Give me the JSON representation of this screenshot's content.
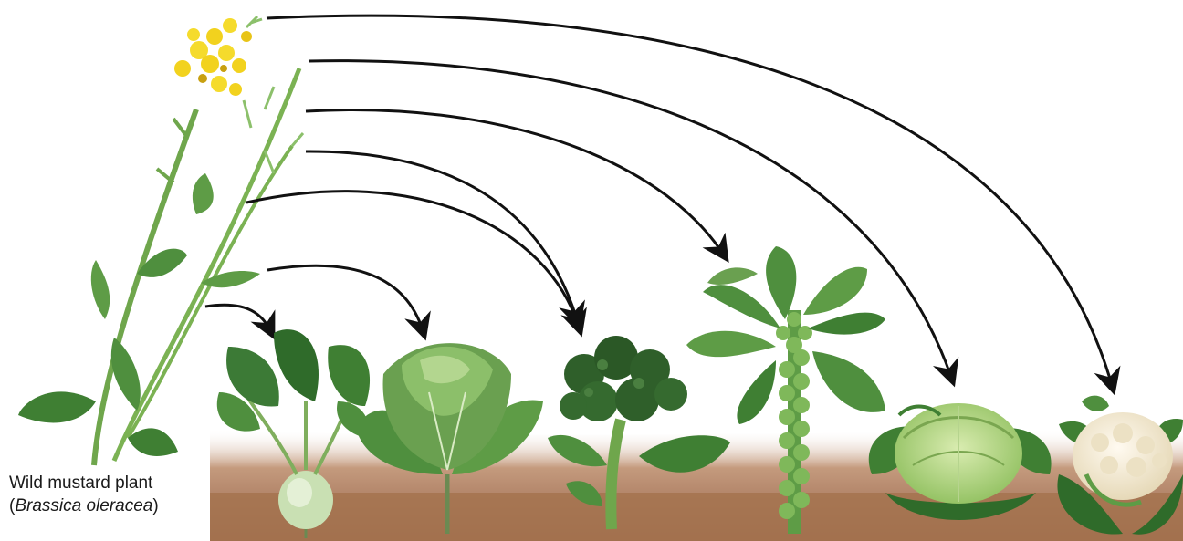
{
  "source_plant": {
    "common_name": "Wild mustard plant",
    "paren_open": "(",
    "species": "Brassica oleracea",
    "paren_close": ")"
  },
  "colors": {
    "soil": "#a9785a",
    "leaf_dark": "#2f6b2a",
    "leaf_mid": "#4f8f3e",
    "leaf_light": "#8cc06b",
    "stem": "#6fa64c",
    "flower": "#f2d21e",
    "arrow": "#111111",
    "cauliflower": "#f3ecd6"
  },
  "derived_vegetables": [
    {
      "id": "kohlrabi",
      "icon": "kohlrabi-icon"
    },
    {
      "id": "kale",
      "icon": "kale-icon"
    },
    {
      "id": "broccoli",
      "icon": "broccoli-icon"
    },
    {
      "id": "brussels-sprouts",
      "icon": "brussels-sprouts-icon"
    },
    {
      "id": "cabbage",
      "icon": "cabbage-icon"
    },
    {
      "id": "cauliflower",
      "icon": "cauliflower-icon"
    }
  ]
}
